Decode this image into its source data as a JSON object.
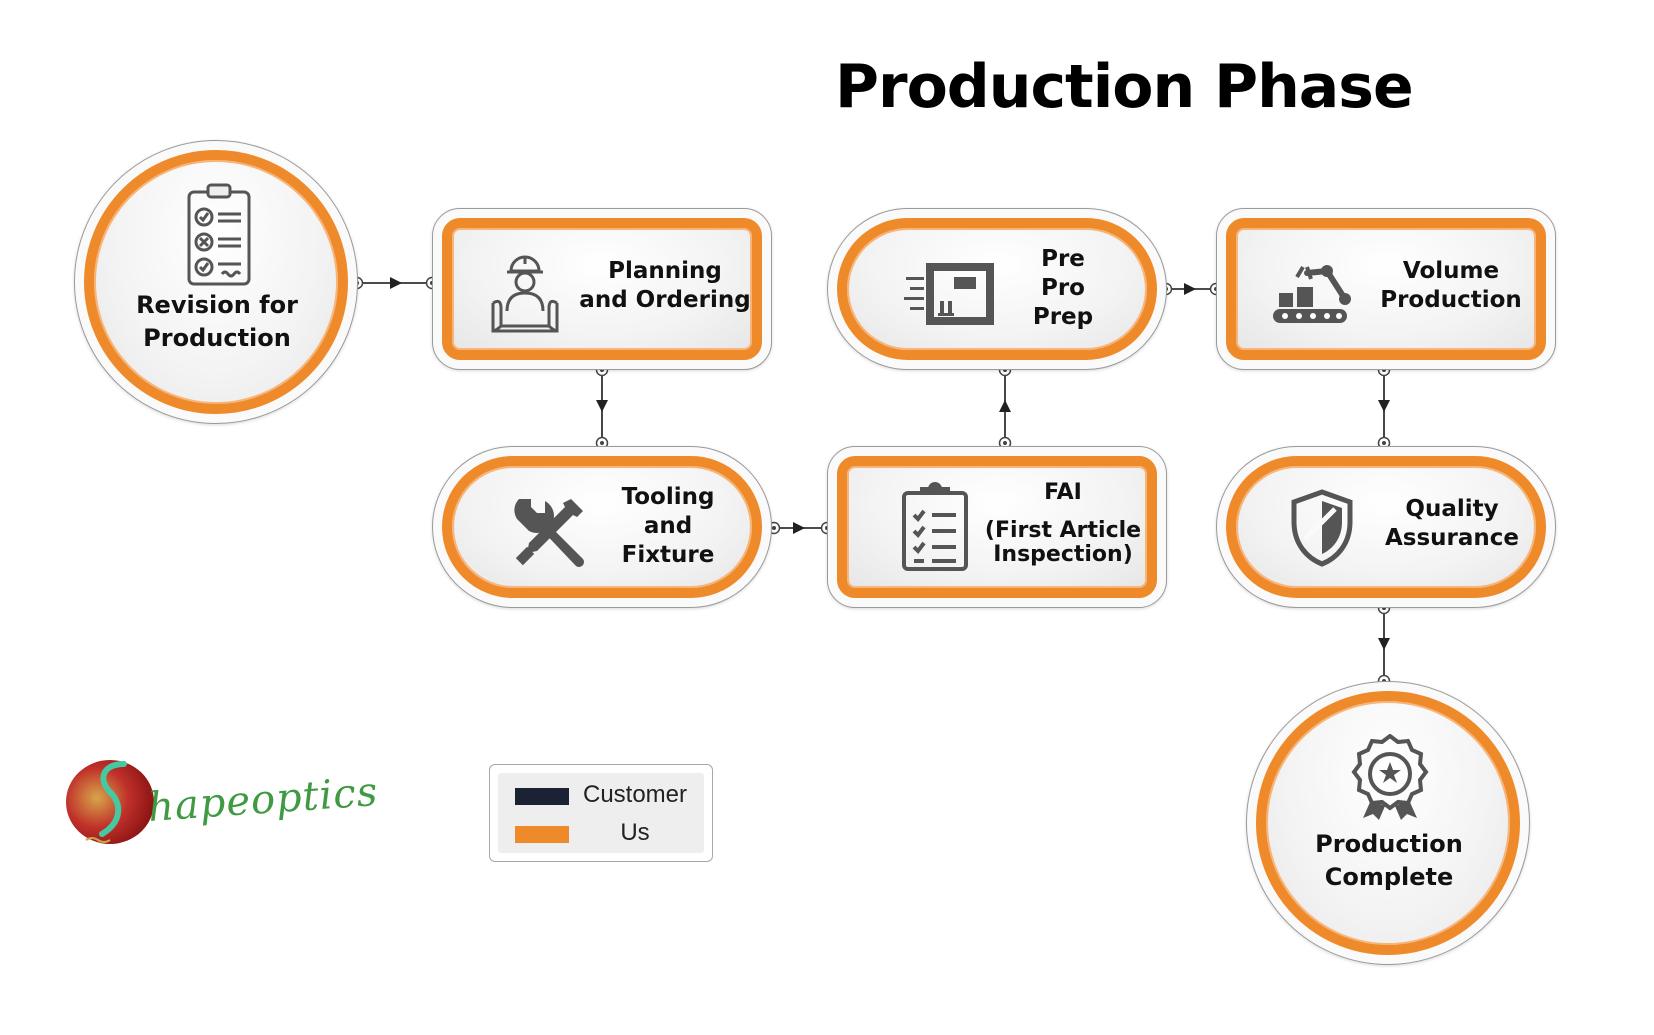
{
  "title": "Production Phase",
  "nodes": {
    "revision": {
      "line1": "Revision for",
      "line2": "Production"
    },
    "planning": {
      "line1": "Planning",
      "line2": "and Ordering"
    },
    "preprep": {
      "line1": "Pre",
      "line2": "Pro",
      "line3": "Prep"
    },
    "volume": {
      "line1": "Volume",
      "line2": "Production"
    },
    "tooling": {
      "line1": "Tooling",
      "line2": "and",
      "line3": "Fixture"
    },
    "fai": {
      "line1": "FAI",
      "line2": "(First Article",
      "line3": "Inspection)"
    },
    "quality": {
      "line1": "Quality",
      "line2": "Assurance"
    },
    "complete": {
      "line1": "Production",
      "line2": "Complete"
    }
  },
  "legend": {
    "items": [
      {
        "label": "Customer",
        "color": "#1b2233"
      },
      {
        "label": "Us",
        "color": "#ef8a2a"
      }
    ]
  },
  "logo": {
    "text": "hapeoptics"
  },
  "colors": {
    "accent": "#ef8a2a",
    "outline": "#9a9a9a",
    "connector": "#333333",
    "icon": "#555555"
  },
  "icons": {
    "revision": "checklist-clipboard-icon",
    "planning": "engineer-blueprint-icon",
    "preprep": "delivery-box-icon",
    "volume": "robot-arm-conveyor-icon",
    "tooling": "wrench-screwdriver-icon",
    "fai": "inspection-checklist-icon",
    "quality": "shield-icon",
    "complete": "award-badge-icon"
  }
}
